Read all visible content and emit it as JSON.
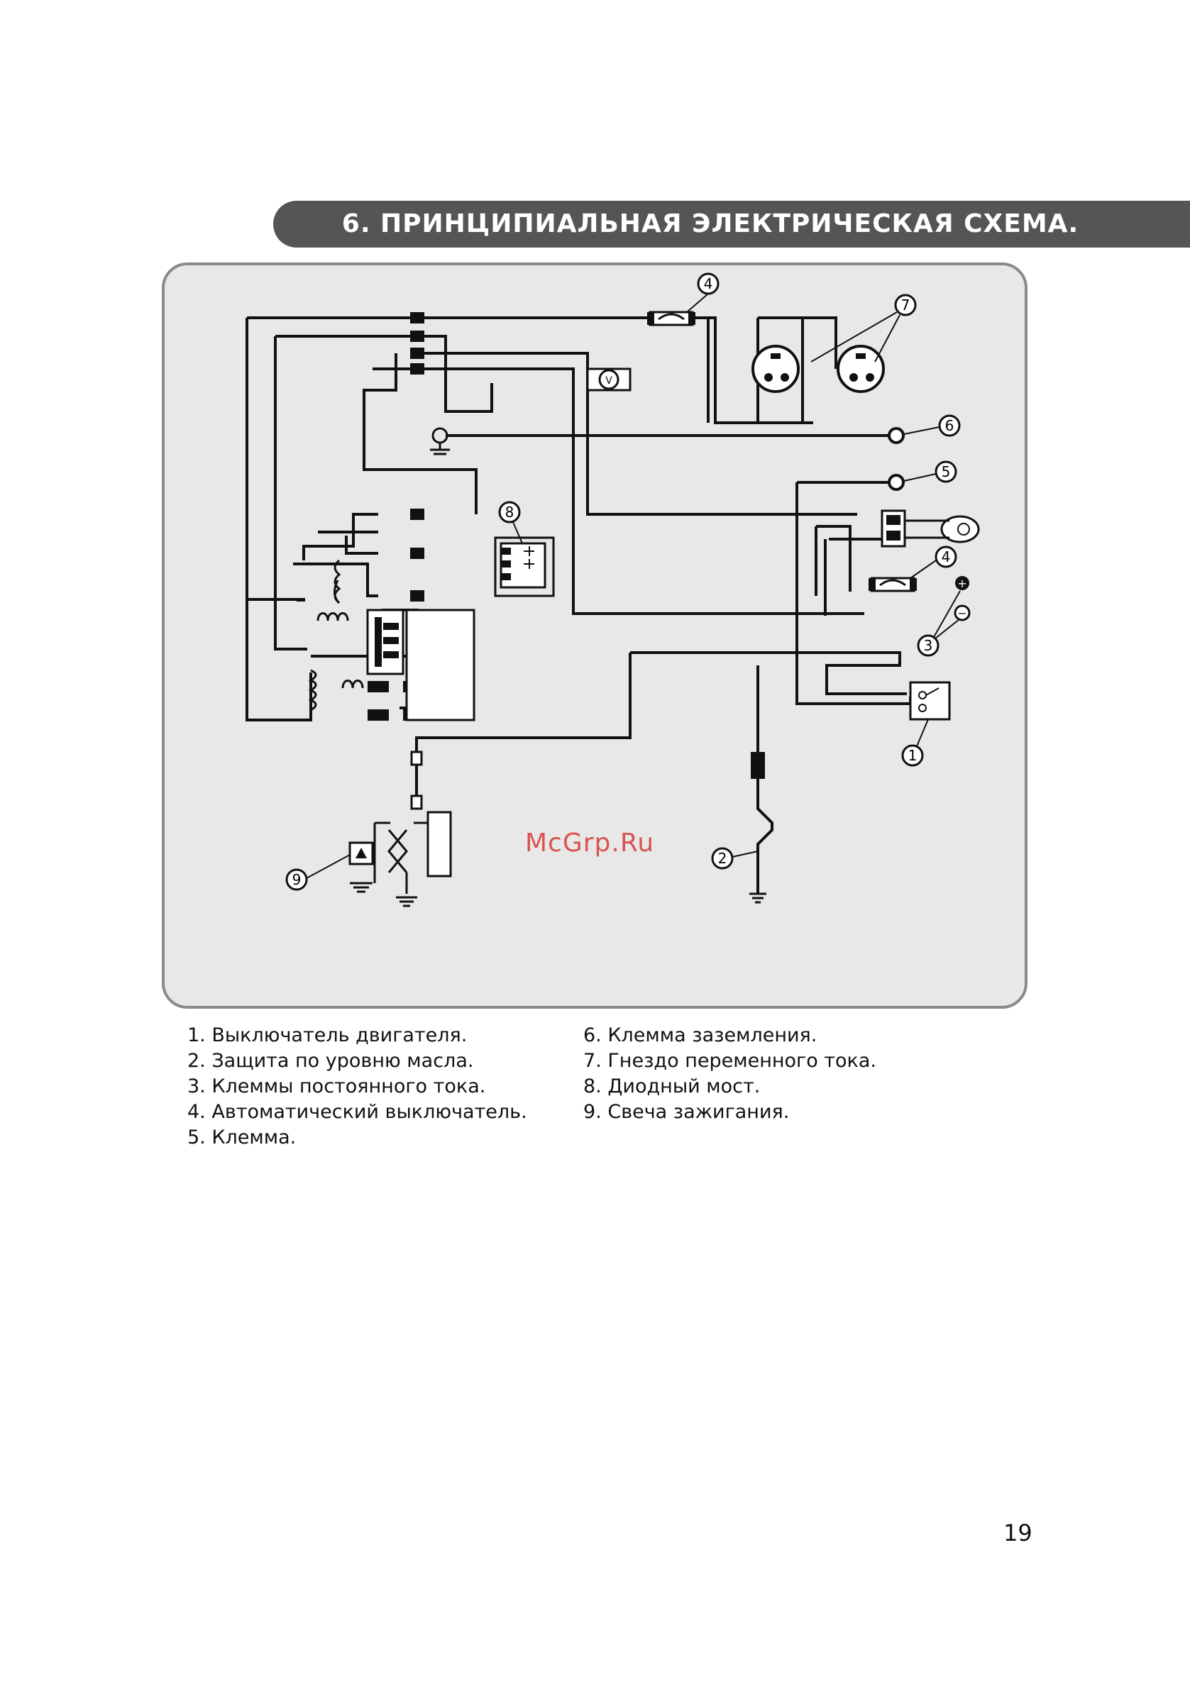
{
  "header": {
    "title": "6. ПРИНЦИПИАЛЬНАЯ ЭЛЕКТРИЧЕСКАЯ СХЕМА."
  },
  "diagram": {
    "callouts": [
      "1",
      "2",
      "3",
      "4",
      "4",
      "5",
      "6",
      "7",
      "8",
      "9"
    ],
    "dc_terminal_plus": "+",
    "dc_terminal_minus": "−",
    "voltmeter_label": "V"
  },
  "watermark": "McGrp.Ru",
  "legend": {
    "left": [
      "1. Выключатель двигателя.",
      "2. Защита по уровню масла.",
      "3. Клеммы постоянного тока.",
      "4. Автоматический выключатель.",
      "5. Клемма."
    ],
    "right": [
      "6. Клемма заземления.",
      "7. Гнездо переменного тока.",
      "8. Диодный мост.",
      "9. Свеча зажигания."
    ]
  },
  "page_number": "19",
  "colors": {
    "title_bar": "#555555",
    "diagram_bg": "#e8e8e8",
    "diagram_border": "#8a8a8a",
    "watermark": "#d9534f"
  }
}
